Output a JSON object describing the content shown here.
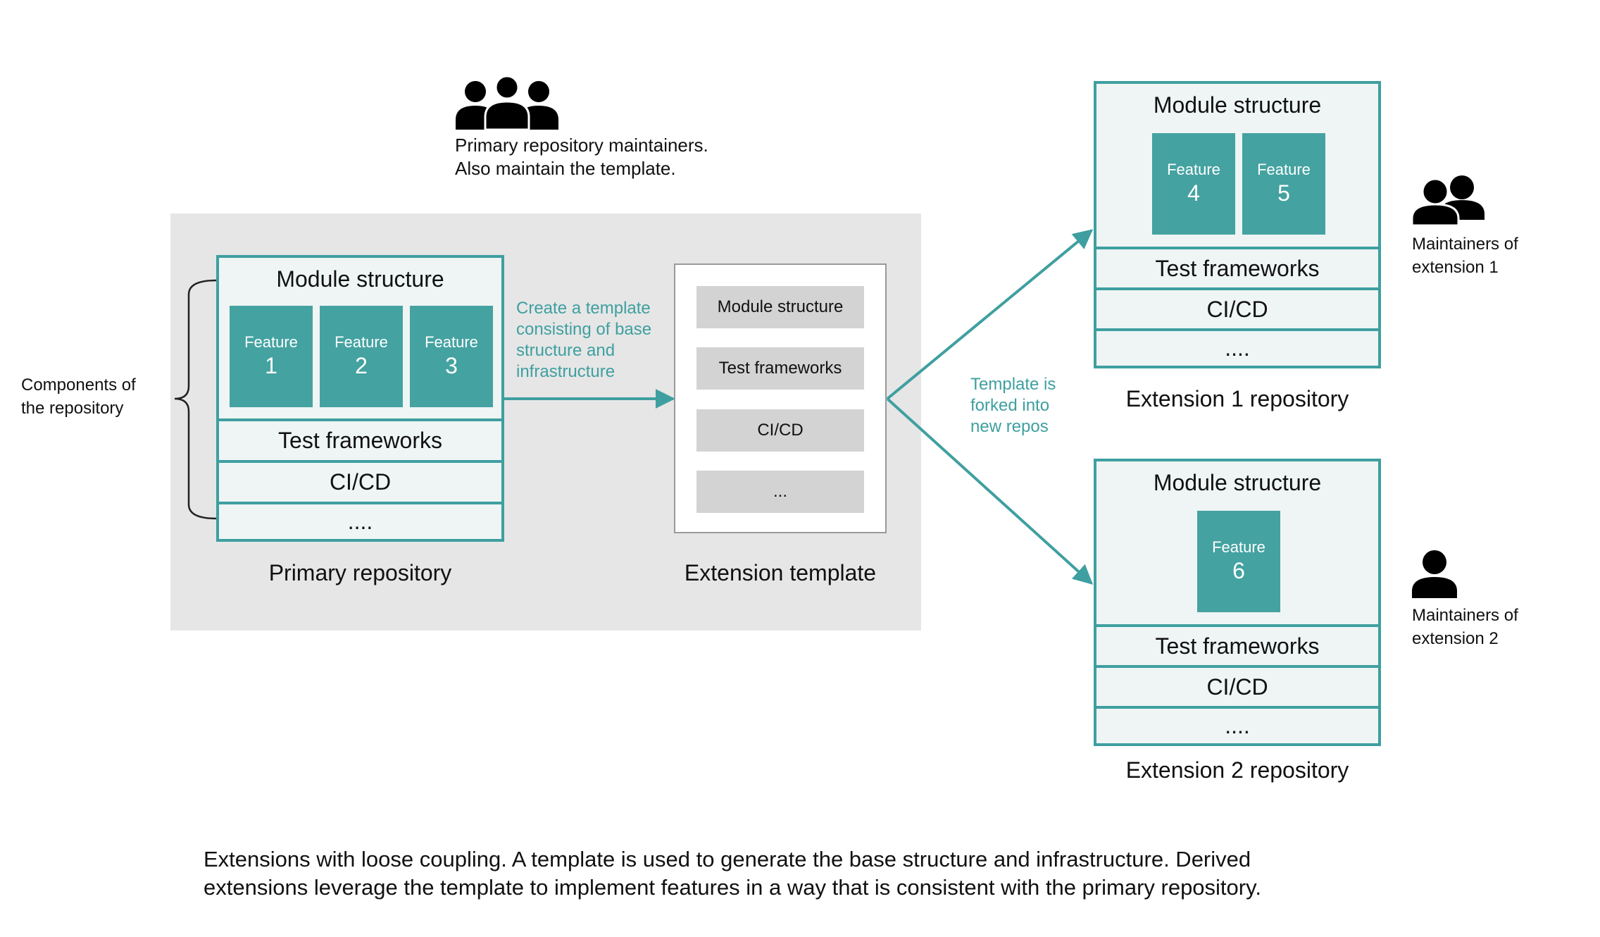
{
  "primary_maintainers": {
    "line1": "Primary repository maintainers.",
    "line2": "Also maintain the template."
  },
  "components_label": {
    "line1": "Components of",
    "line2": "the repository"
  },
  "primary_repo": {
    "module_title": "Module structure",
    "features": [
      {
        "label": "Feature",
        "num": "1"
      },
      {
        "label": "Feature",
        "num": "2"
      },
      {
        "label": "Feature",
        "num": "3"
      }
    ],
    "rows": [
      "Test frameworks",
      "CI/CD",
      "...."
    ],
    "caption": "Primary repository"
  },
  "create_template_label": {
    "line1": "Create a template",
    "line2": "consisting of base",
    "line3": "structure and",
    "line4": "infrastructure"
  },
  "extension_template": {
    "items": [
      "Module structure",
      "Test frameworks",
      "CI/CD",
      "..."
    ],
    "caption": "Extension template"
  },
  "forked_label": {
    "line1": "Template is",
    "line2": "forked into",
    "line3": "new repos"
  },
  "ext1_repo": {
    "module_title": "Module structure",
    "features": [
      {
        "label": "Feature",
        "num": "4"
      },
      {
        "label": "Feature",
        "num": "5"
      }
    ],
    "rows": [
      "Test frameworks",
      "CI/CD",
      "...."
    ],
    "caption": "Extension 1 repository"
  },
  "ext2_repo": {
    "module_title": "Module structure",
    "features": [
      {
        "label": "Feature",
        "num": "6"
      }
    ],
    "rows": [
      "Test frameworks",
      "CI/CD",
      "...."
    ],
    "caption": "Extension 2 repository"
  },
  "ext1_maintainers": {
    "line1": "Maintainers of",
    "line2": "extension 1"
  },
  "ext2_maintainers": {
    "line1": "Maintainers of",
    "line2": "extension 2"
  },
  "footer": {
    "line1": "Extensions with loose coupling. A template is used to generate the base structure and infrastructure. Derived",
    "line2": "extensions leverage the template to implement features in a way that is consistent with the primary repository."
  },
  "colors": {
    "teal": "#3f9fa0",
    "feature_fill": "#44a2a1",
    "panel_gray": "#e6e6e6",
    "repo_fill": "#eef5f4",
    "template_item": "#d3d3d3"
  },
  "icons": [
    "group-of-three-people-icon",
    "two-people-icon",
    "single-person-icon"
  ]
}
